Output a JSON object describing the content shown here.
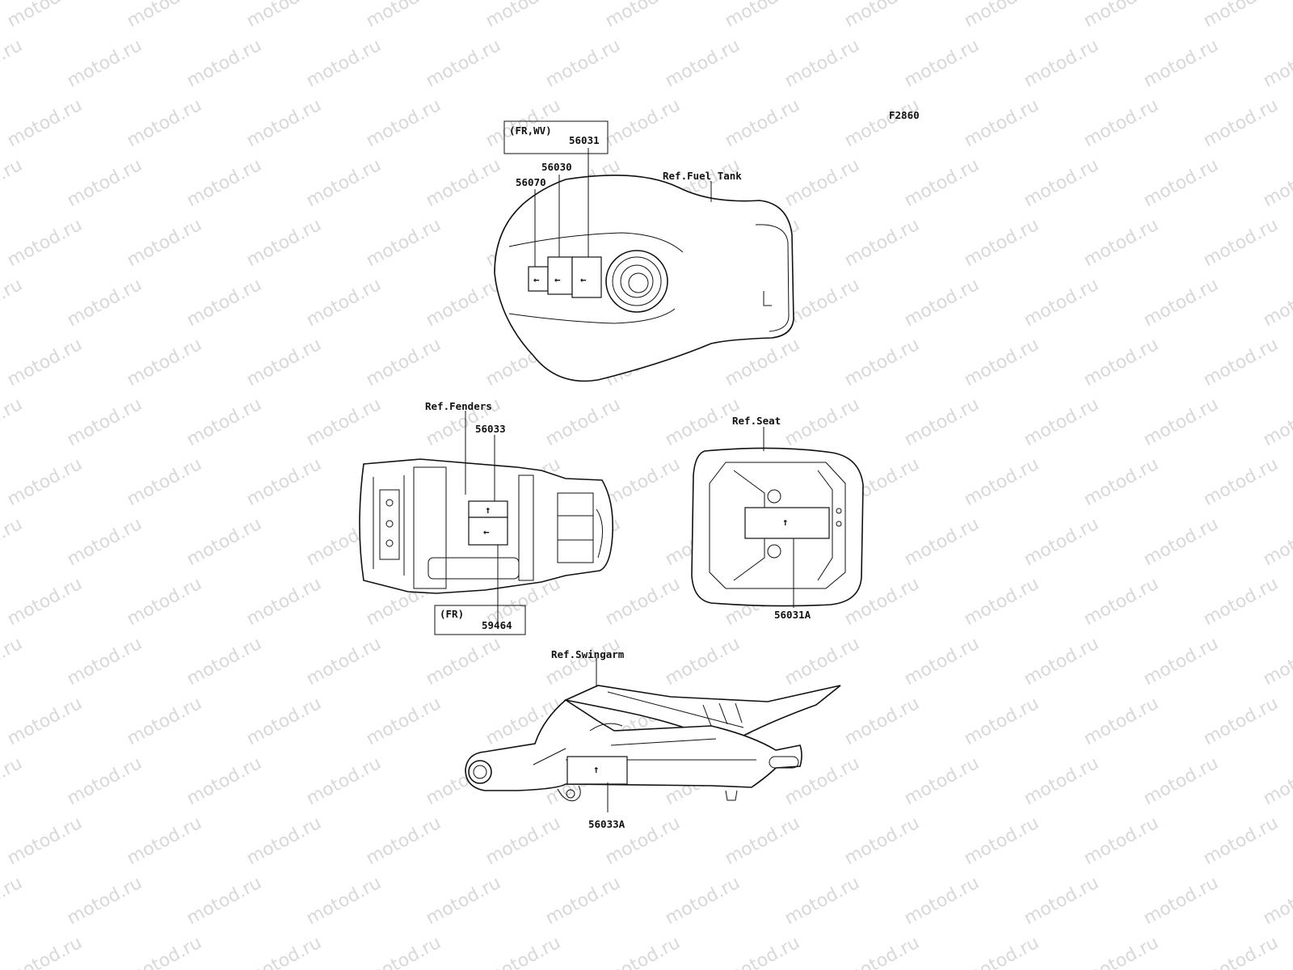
{
  "figure_code": "F2860",
  "watermark": "motod.ru",
  "fuel_tank": {
    "ref": "Ref.Fuel Tank",
    "variant_box": "(FR,WV)",
    "parts": [
      "56070",
      "56030",
      "56031"
    ]
  },
  "fenders": {
    "ref": "Ref.Fenders",
    "part_top": "56033",
    "variant_box": "(FR)",
    "part_bottom": "59464"
  },
  "seat": {
    "ref": "Ref.Seat",
    "part": "56031A"
  },
  "swingarm": {
    "ref": "Ref.Swingarm",
    "part": "56033A"
  },
  "colors": {
    "line": "#111111",
    "watermark": "#d8d8d8",
    "background": "#ffffff"
  }
}
